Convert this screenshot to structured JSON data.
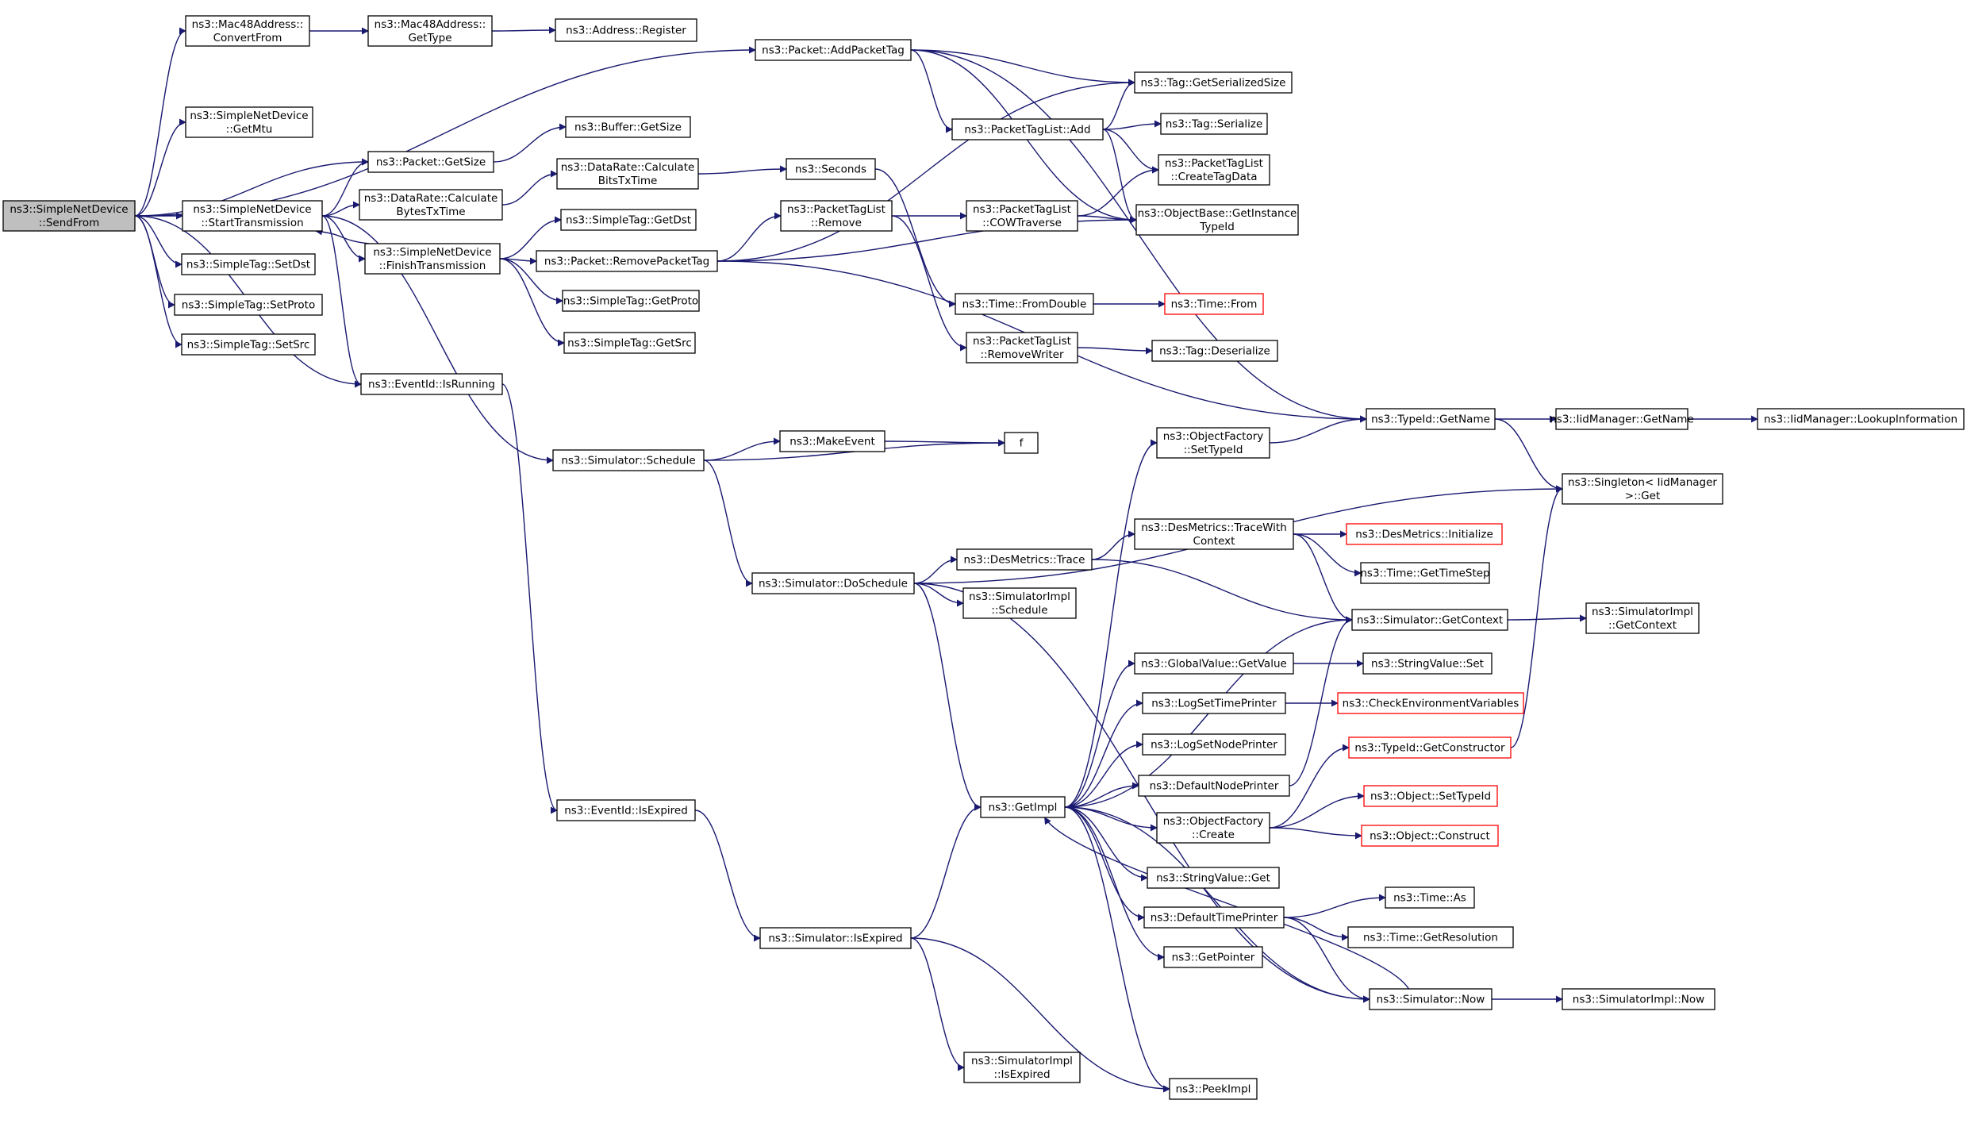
{
  "colors": {
    "edge": "#191970",
    "root_fill": "#bfbfbf",
    "truncated_border": "#ff0000"
  },
  "nodes": [
    {
      "id": "sendFrom",
      "lines": [
        "ns3::SimpleNetDevice",
        "::SendFrom"
      ],
      "root": true
    },
    {
      "id": "macConvert",
      "lines": [
        "ns3::Mac48Address::",
        "ConvertFrom"
      ]
    },
    {
      "id": "macGetType",
      "lines": [
        "ns3::Mac48Address::",
        "GetType"
      ]
    },
    {
      "id": "addrRegister",
      "lines": [
        "ns3::Address::Register"
      ]
    },
    {
      "id": "addPacketTag",
      "lines": [
        "ns3::Packet::AddPacketTag"
      ]
    },
    {
      "id": "getMtu",
      "lines": [
        "ns3::SimpleNetDevice",
        "::GetMtu"
      ]
    },
    {
      "id": "pktGetSize",
      "lines": [
        "ns3::Packet::GetSize"
      ]
    },
    {
      "id": "bufGetSize",
      "lines": [
        "ns3::Buffer::GetSize"
      ]
    },
    {
      "id": "startTx",
      "lines": [
        "ns3::SimpleNetDevice",
        "::StartTransmission"
      ]
    },
    {
      "id": "drBytesTx",
      "lines": [
        "ns3::DataRate::Calculate",
        "BytesTxTime"
      ]
    },
    {
      "id": "drBitsTx",
      "lines": [
        "ns3::DataRate::Calculate",
        "BitsTxTime"
      ]
    },
    {
      "id": "seconds",
      "lines": [
        "ns3::Seconds"
      ]
    },
    {
      "id": "finishTx",
      "lines": [
        "ns3::SimpleNetDevice",
        "::FinishTransmission"
      ]
    },
    {
      "id": "tagGetDst",
      "lines": [
        "ns3::SimpleTag::GetDst"
      ]
    },
    {
      "id": "removePacketTag",
      "lines": [
        "ns3::Packet::RemovePacketTag"
      ]
    },
    {
      "id": "ptlRemove",
      "lines": [
        "ns3::PacketTagList",
        "::Remove"
      ]
    },
    {
      "id": "ptlCow",
      "lines": [
        "ns3::PacketTagList",
        "::COWTraverse"
      ]
    },
    {
      "id": "ptlAdd",
      "lines": [
        "ns3::PacketTagList::Add"
      ]
    },
    {
      "id": "tagGetSer",
      "lines": [
        "ns3::Tag::GetSerializedSize"
      ]
    },
    {
      "id": "tagSerialize",
      "lines": [
        "ns3::Tag::Serialize"
      ]
    },
    {
      "id": "ptlCreate",
      "lines": [
        "ns3::PacketTagList",
        "::CreateTagData"
      ]
    },
    {
      "id": "objGetInst",
      "lines": [
        "ns3::ObjectBase::GetInstance",
        "TypeId"
      ]
    },
    {
      "id": "setDst",
      "lines": [
        "ns3::SimpleTag::SetDst"
      ]
    },
    {
      "id": "setProto",
      "lines": [
        "ns3::SimpleTag::SetProto"
      ]
    },
    {
      "id": "setSrc",
      "lines": [
        "ns3::SimpleTag::SetSrc"
      ]
    },
    {
      "id": "getProto",
      "lines": [
        "ns3::SimpleTag::GetProto"
      ]
    },
    {
      "id": "getSrc",
      "lines": [
        "ns3::SimpleTag::GetSrc"
      ]
    },
    {
      "id": "timeFromDouble",
      "lines": [
        "ns3::Time::FromDouble"
      ]
    },
    {
      "id": "timeFrom",
      "lines": [
        "ns3::Time::From"
      ],
      "truncated": true
    },
    {
      "id": "ptlRemoveWriter",
      "lines": [
        "ns3::PacketTagList",
        "::RemoveWriter"
      ]
    },
    {
      "id": "tagDeserialize",
      "lines": [
        "ns3::Tag::Deserialize"
      ]
    },
    {
      "id": "isRunning",
      "lines": [
        "ns3::EventId::IsRunning"
      ]
    },
    {
      "id": "typeIdGetName",
      "lines": [
        "ns3::TypeId::GetName"
      ]
    },
    {
      "id": "iidGetName",
      "lines": [
        "ns3::IidManager::GetName"
      ]
    },
    {
      "id": "iidLookup",
      "lines": [
        "ns3::IidManager::LookupInformation"
      ]
    },
    {
      "id": "singletonGet",
      "lines": [
        "ns3::Singleton< IidManager",
        " >::Get"
      ]
    },
    {
      "id": "objFactSetType",
      "lines": [
        "ns3::ObjectFactory",
        "::SetTypeId"
      ]
    },
    {
      "id": "simSchedule",
      "lines": [
        "ns3::Simulator::Schedule"
      ]
    },
    {
      "id": "makeEvent",
      "lines": [
        "ns3::MakeEvent"
      ]
    },
    {
      "id": "f",
      "lines": [
        "f"
      ]
    },
    {
      "id": "desTraceWith",
      "lines": [
        "ns3::DesMetrics::TraceWith",
        "Context"
      ]
    },
    {
      "id": "desInit",
      "lines": [
        "ns3::DesMetrics::Initialize"
      ],
      "truncated": true
    },
    {
      "id": "desTrace",
      "lines": [
        "ns3::DesMetrics::Trace"
      ]
    },
    {
      "id": "doSchedule",
      "lines": [
        "ns3::Simulator::DoSchedule"
      ]
    },
    {
      "id": "simImplSchedule",
      "lines": [
        "ns3::SimulatorImpl",
        "::Schedule"
      ]
    },
    {
      "id": "timeGetStep",
      "lines": [
        "ns3::Time::GetTimeStep"
      ]
    },
    {
      "id": "simGetContext",
      "lines": [
        "ns3::Simulator::GetContext"
      ]
    },
    {
      "id": "simImplGetContext",
      "lines": [
        "ns3::SimulatorImpl",
        "::GetContext"
      ]
    },
    {
      "id": "gvGetValue",
      "lines": [
        "ns3::GlobalValue::GetValue"
      ]
    },
    {
      "id": "svSet",
      "lines": [
        "ns3::StringValue::Set"
      ]
    },
    {
      "id": "logSetTime",
      "lines": [
        "ns3::LogSetTimePrinter"
      ]
    },
    {
      "id": "checkEnv",
      "lines": [
        "ns3::CheckEnvironmentVariables"
      ],
      "truncated": true
    },
    {
      "id": "logSetNode",
      "lines": [
        "ns3::LogSetNodePrinter"
      ]
    },
    {
      "id": "typeIdGetCtor",
      "lines": [
        "ns3::TypeId::GetConstructor"
      ],
      "truncated": true
    },
    {
      "id": "defNodePrinter",
      "lines": [
        "ns3::DefaultNodePrinter"
      ]
    },
    {
      "id": "objSetTypeId",
      "lines": [
        "ns3::Object::SetTypeId"
      ],
      "truncated": true
    },
    {
      "id": "eventIsExpired",
      "lines": [
        "ns3::EventId::IsExpired"
      ]
    },
    {
      "id": "getImpl",
      "lines": [
        "ns3::GetImpl"
      ]
    },
    {
      "id": "objFactCreate",
      "lines": [
        "ns3::ObjectFactory",
        "::Create"
      ]
    },
    {
      "id": "objConstruct",
      "lines": [
        "ns3::Object::Construct"
      ],
      "truncated": true
    },
    {
      "id": "svGet",
      "lines": [
        "ns3::StringValue::Get"
      ]
    },
    {
      "id": "timeAs",
      "lines": [
        "ns3::Time::As"
      ]
    },
    {
      "id": "defTimePrinter",
      "lines": [
        "ns3::DefaultTimePrinter"
      ]
    },
    {
      "id": "timeGetRes",
      "lines": [
        "ns3::Time::GetResolution"
      ]
    },
    {
      "id": "simIsExpired",
      "lines": [
        "ns3::Simulator::IsExpired"
      ]
    },
    {
      "id": "getPointer",
      "lines": [
        "ns3::GetPointer"
      ]
    },
    {
      "id": "simNow",
      "lines": [
        "ns3::Simulator::Now"
      ]
    },
    {
      "id": "simImplNow",
      "lines": [
        "ns3::SimulatorImpl::Now"
      ]
    },
    {
      "id": "simImplIsExpired",
      "lines": [
        "ns3::SimulatorImpl",
        "::IsExpired"
      ]
    },
    {
      "id": "peekImpl",
      "lines": [
        "ns3::PeekImpl"
      ]
    }
  ],
  "edges": [
    [
      "sendFrom",
      "macConvert"
    ],
    [
      "sendFrom",
      "addPacketTag"
    ],
    [
      "sendFrom",
      "getMtu"
    ],
    [
      "sendFrom",
      "pktGetSize"
    ],
    [
      "sendFrom",
      "startTx"
    ],
    [
      "sendFrom",
      "setDst"
    ],
    [
      "sendFrom",
      "setProto"
    ],
    [
      "sendFrom",
      "setSrc"
    ],
    [
      "sendFrom",
      "isRunning"
    ],
    [
      "macConvert",
      "macGetType"
    ],
    [
      "macGetType",
      "addrRegister"
    ],
    [
      "addPacketTag",
      "tagGetSer"
    ],
    [
      "addPacketTag",
      "ptlAdd"
    ],
    [
      "addPacketTag",
      "objGetInst"
    ],
    [
      "addPacketTag",
      "typeIdGetName"
    ],
    [
      "pktGetSize",
      "bufGetSize"
    ],
    [
      "startTx",
      "pktGetSize"
    ],
    [
      "startTx",
      "drBytesTx"
    ],
    [
      "startTx",
      "finishTx"
    ],
    [
      "startTx",
      "isRunning"
    ],
    [
      "startTx",
      "simSchedule"
    ],
    [
      "drBytesTx",
      "drBitsTx"
    ],
    [
      "drBitsTx",
      "seconds"
    ],
    [
      "seconds",
      "timeFromDouble"
    ],
    [
      "finishTx",
      "startTx"
    ],
    [
      "finishTx",
      "tagGetDst"
    ],
    [
      "finishTx",
      "removePacketTag"
    ],
    [
      "finishTx",
      "getProto"
    ],
    [
      "finishTx",
      "getSrc"
    ],
    [
      "removePacketTag",
      "tagGetSer"
    ],
    [
      "removePacketTag",
      "ptlRemove"
    ],
    [
      "removePacketTag",
      "objGetInst"
    ],
    [
      "removePacketTag",
      "typeIdGetName"
    ],
    [
      "ptlRemove",
      "ptlCow"
    ],
    [
      "ptlRemove",
      "ptlRemoveWriter"
    ],
    [
      "ptlCow",
      "ptlCreate"
    ],
    [
      "ptlCow",
      "objGetInst"
    ],
    [
      "ptlAdd",
      "tagGetSer"
    ],
    [
      "ptlAdd",
      "tagSerialize"
    ],
    [
      "ptlAdd",
      "ptlCreate"
    ],
    [
      "ptlAdd",
      "objGetInst"
    ],
    [
      "timeFromDouble",
      "timeFrom"
    ],
    [
      "ptlRemoveWriter",
      "tagDeserialize"
    ],
    [
      "isRunning",
      "eventIsExpired"
    ],
    [
      "typeIdGetName",
      "iidGetName"
    ],
    [
      "typeIdGetName",
      "singletonGet"
    ],
    [
      "iidGetName",
      "iidLookup"
    ],
    [
      "objFactSetType",
      "typeIdGetName"
    ],
    [
      "simSchedule",
      "makeEvent"
    ],
    [
      "simSchedule",
      "f"
    ],
    [
      "simSchedule",
      "doSchedule"
    ],
    [
      "makeEvent",
      "f"
    ],
    [
      "doSchedule",
      "singletonGet"
    ],
    [
      "doSchedule",
      "desTrace"
    ],
    [
      "doSchedule",
      "simImplSchedule"
    ],
    [
      "doSchedule",
      "getImpl"
    ],
    [
      "doSchedule",
      "simNow"
    ],
    [
      "desTrace",
      "desTraceWith"
    ],
    [
      "desTrace",
      "simGetContext"
    ],
    [
      "desTraceWith",
      "desInit"
    ],
    [
      "desTraceWith",
      "timeGetStep"
    ],
    [
      "desTraceWith",
      "simGetContext"
    ],
    [
      "simGetContext",
      "simImplGetContext"
    ],
    [
      "gvGetValue",
      "svSet"
    ],
    [
      "logSetTime",
      "checkEnv"
    ],
    [
      "defNodePrinter",
      "simGetContext"
    ],
    [
      "typeIdGetCtor",
      "singletonGet"
    ],
    [
      "eventIsExpired",
      "simIsExpired"
    ],
    [
      "simIsExpired",
      "getImpl"
    ],
    [
      "simIsExpired",
      "simImplIsExpired"
    ],
    [
      "simIsExpired",
      "peekImpl"
    ],
    [
      "getImpl",
      "objFactSetType"
    ],
    [
      "getImpl",
      "simGetContext"
    ],
    [
      "getImpl",
      "gvGetValue"
    ],
    [
      "getImpl",
      "logSetTime"
    ],
    [
      "getImpl",
      "logSetNode"
    ],
    [
      "getImpl",
      "defNodePrinter"
    ],
    [
      "getImpl",
      "objFactCreate"
    ],
    [
      "getImpl",
      "svGet"
    ],
    [
      "getImpl",
      "defTimePrinter"
    ],
    [
      "getImpl",
      "getPointer"
    ],
    [
      "getImpl",
      "simNow"
    ],
    [
      "getImpl",
      "peekImpl"
    ],
    [
      "objFactCreate",
      "typeIdGetCtor"
    ],
    [
      "objFactCreate",
      "objSetTypeId"
    ],
    [
      "objFactCreate",
      "objConstruct"
    ],
    [
      "defTimePrinter",
      "timeAs"
    ],
    [
      "defTimePrinter",
      "timeGetRes"
    ],
    [
      "defTimePrinter",
      "simNow"
    ],
    [
      "simNow",
      "getImpl"
    ],
    [
      "simNow",
      "simImplNow"
    ]
  ]
}
